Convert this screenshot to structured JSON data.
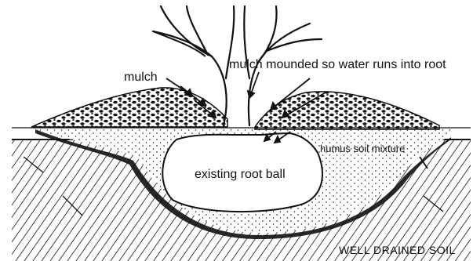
{
  "labels": {
    "mulch": "mulch",
    "mulch_mounded": "mulch mounded so water runs into root",
    "humus_mixture": "humus soil mixture",
    "root_ball": "existing root ball",
    "soil": "WELL DRAINED SOIL"
  },
  "colors": {
    "ink": "#111111",
    "background": "#ffffff"
  }
}
